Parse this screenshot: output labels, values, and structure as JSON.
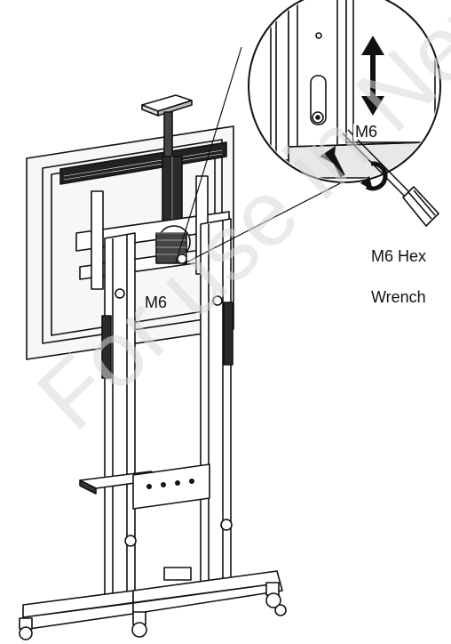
{
  "labels": {
    "stand_bolt": "M6",
    "zoom_bolt": "M6",
    "tool_line1": "M6 Hex",
    "tool_line2": "Wrench"
  },
  "watermark": "For use in New",
  "colors": {
    "ink": "#111111",
    "watermark": "#d9d9d9"
  }
}
